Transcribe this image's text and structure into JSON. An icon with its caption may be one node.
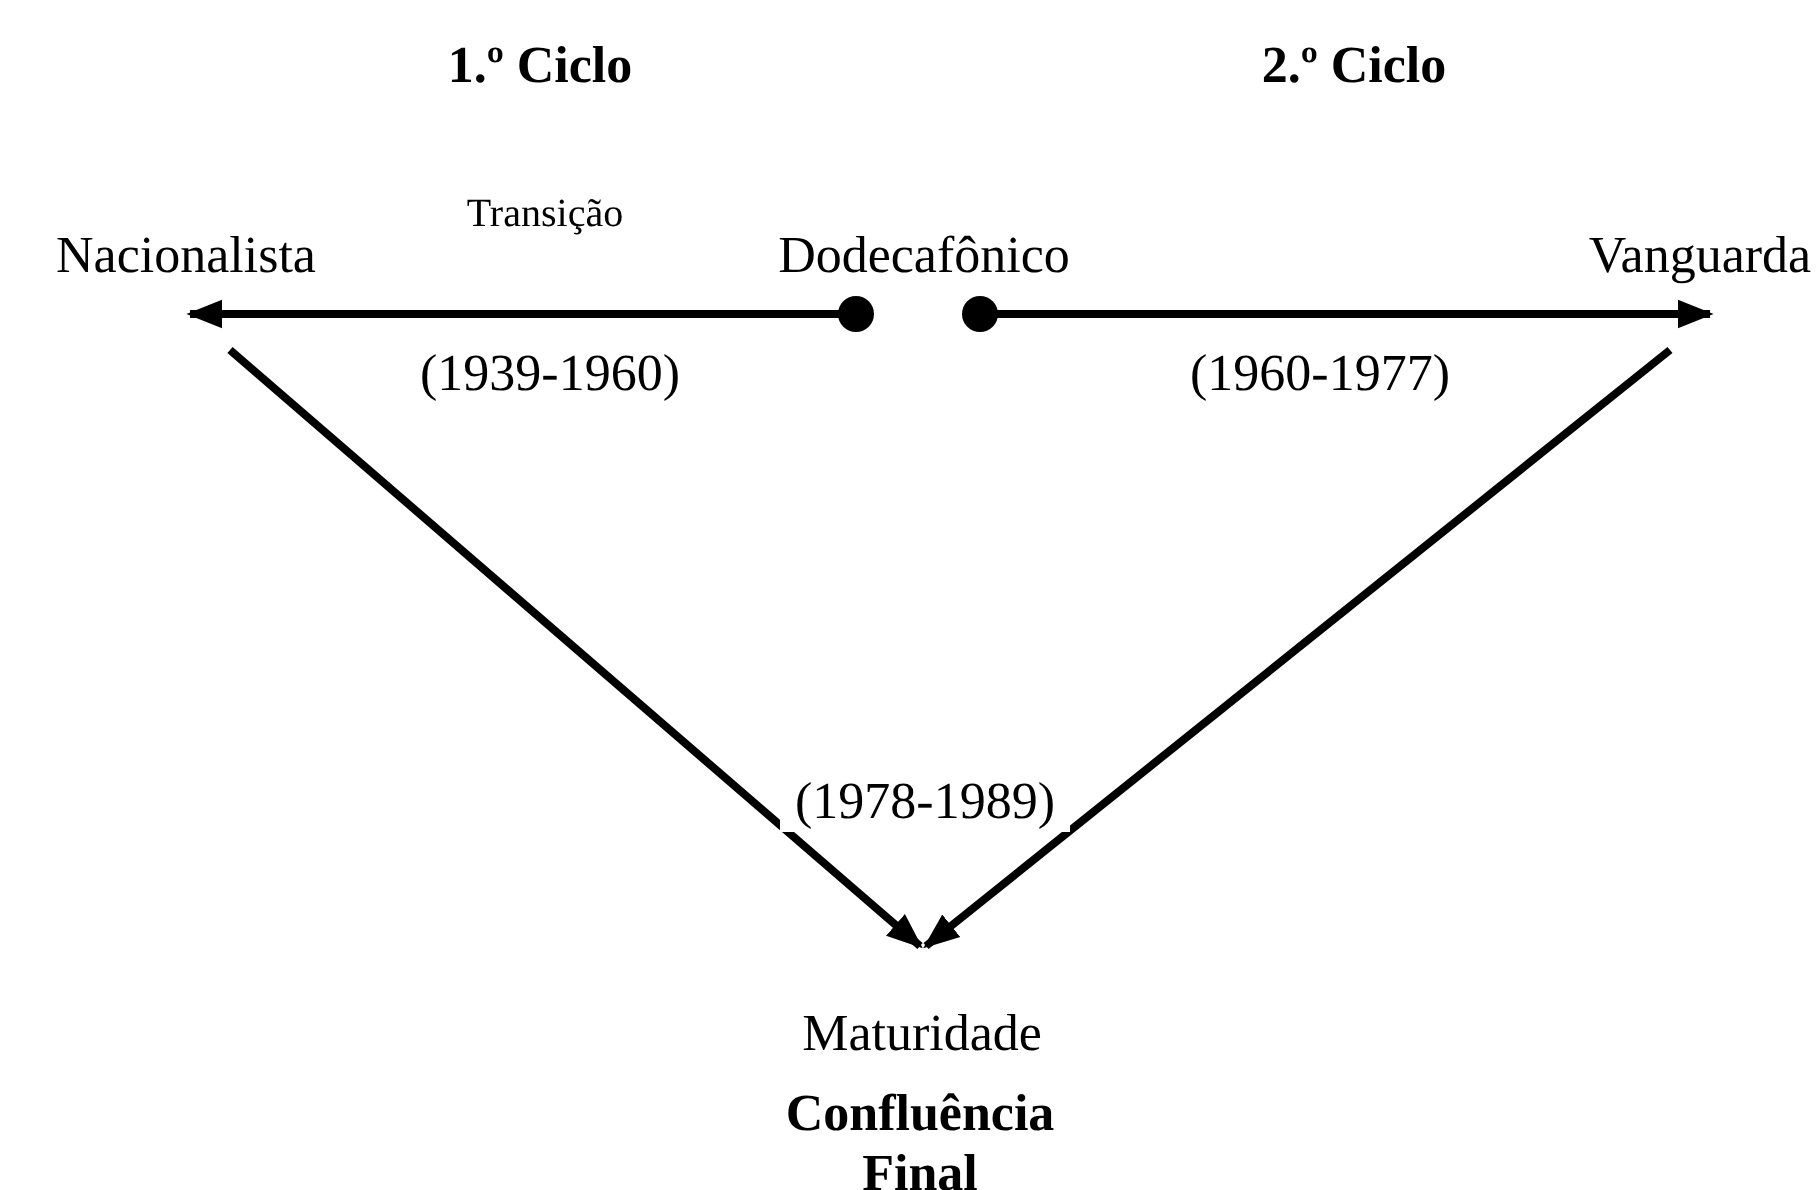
{
  "diagram": {
    "nodes": [
      {
        "text": [
          "Nacionalista"
        ]
      },
      {
        "text": [
          "Dodecafônico"
        ]
      },
      {
        "text": [
          "Vanguarda"
        ]
      },
      {
        "text": [
          "Maturidade"
        ]
      }
    ],
    "edges": [
      {
        "from": 1,
        "to": 0,
        "arrow": "to",
        "label": "(1939-1960)"
      },
      {
        "from": 1,
        "to": 2,
        "arrow": "to",
        "label": "(1960-1977)"
      },
      {
        "from": 0,
        "to": 3,
        "arrow": "to",
        "label": "(1978-1989)"
      },
      {
        "from": 2,
        "to": 3,
        "arrow": "to"
      }
    ],
    "labels": [
      "1.º Ciclo",
      "2.º Ciclo",
      "Transição",
      "Confluência Final"
    ]
  }
}
